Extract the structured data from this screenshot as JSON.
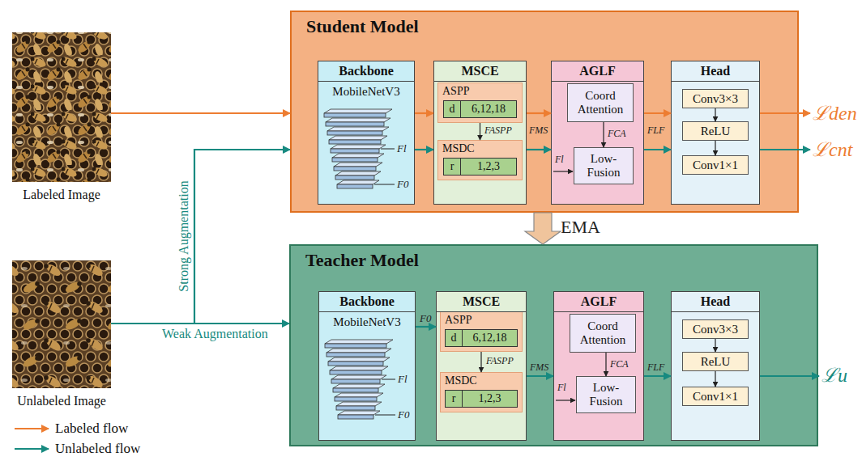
{
  "diagram": {
    "nodes": [
      {
        "text": [
          "Labeled Image"
        ]
      },
      {
        "text": [
          "Unlabeled Image"
        ]
      },
      {
        "text": [
          "Student Model"
        ]
      },
      {
        "text": [
          "Backbone",
          "MobileNetV3"
        ],
        "in": 2
      },
      {
        "text": [
          "MSCE"
        ],
        "in": 2
      },
      {
        "text": [
          "ASPP"
        ],
        "in": 4
      },
      {
        "text": [
          "d",
          "6,12,18"
        ],
        "in": 5
      },
      {
        "text": [
          "MSDC"
        ],
        "in": 4
      },
      {
        "text": [
          "r",
          "1,2,3"
        ],
        "in": 7
      },
      {
        "text": [
          "AGLF"
        ],
        "in": 2
      },
      {
        "text": [
          "Coord Attention"
        ],
        "in": 9
      },
      {
        "text": [
          "Low- Fusion"
        ],
        "in": 9
      },
      {
        "text": [
          "Head"
        ],
        "in": 2
      },
      {
        "text": [
          "Conv3×3"
        ],
        "in": 12
      },
      {
        "text": [
          "ReLU"
        ],
        "in": 12
      },
      {
        "text": [
          "Conv1×1"
        ],
        "in": 12
      },
      {
        "text": [
          "Teacher Model"
        ]
      },
      {
        "text": [
          "Backbone",
          "MobileNetV3"
        ],
        "in": 16
      },
      {
        "text": [
          "MSCE"
        ],
        "in": 16
      },
      {
        "text": [
          "ASPP"
        ],
        "in": 18
      },
      {
        "text": [
          "d",
          "6,12,18"
        ],
        "in": 19
      },
      {
        "text": [
          "MSDC"
        ],
        "in": 18
      },
      {
        "text": [
          "r",
          "1,2,3"
        ],
        "in": 21
      },
      {
        "text": [
          "AGLF"
        ],
        "in": 16
      },
      {
        "text": [
          "Coord Attention"
        ],
        "in": 23
      },
      {
        "text": [
          "Low- Fusion"
        ],
        "in": 23
      },
      {
        "text": [
          "Head"
        ],
        "in": 16
      },
      {
        "text": [
          "Conv3×3"
        ],
        "in": 26
      },
      {
        "text": [
          "ReLU"
        ],
        "in": 26
      },
      {
        "text": [
          "Conv1×1"
        ],
        "in": 26
      }
    ],
    "edges": [
      {
        "from": 0,
        "to": 2,
        "arrow": "to"
      },
      {
        "from": 1,
        "to": 2,
        "arrow": "to",
        "label": "Strong Augmentation"
      },
      {
        "from": 1,
        "to": 16,
        "arrow": "to",
        "label": "Weak Augmentation"
      },
      {
        "from": 3,
        "to": 4,
        "arrow": "to"
      },
      {
        "from": 3,
        "to": 4,
        "arrow": "to"
      },
      {
        "from": 5,
        "to": 7,
        "arrow": "to"
      },
      {
        "from": 4,
        "to": 9,
        "arrow": "to"
      },
      {
        "from": 4,
        "to": 9,
        "arrow": "to"
      },
      {
        "from": 10,
        "to": 11,
        "arrow": "to"
      },
      {
        "from": 9,
        "to": 12,
        "arrow": "to"
      },
      {
        "from": 9,
        "to": 12,
        "arrow": "to"
      },
      {
        "from": 13,
        "to": 14,
        "arrow": "to"
      },
      {
        "from": 14,
        "to": 15,
        "arrow": "to"
      },
      {
        "from": 2,
        "to": 16,
        "arrow": "to",
        "label": "EMA"
      },
      {
        "from": 17,
        "to": 18,
        "arrow": "to"
      },
      {
        "from": 19,
        "to": 21,
        "arrow": "to"
      },
      {
        "from": 18,
        "to": 23,
        "arrow": "to"
      },
      {
        "from": 24,
        "to": 25,
        "arrow": "to"
      },
      {
        "from": 23,
        "to": 26,
        "arrow": "to"
      },
      {
        "from": 27,
        "to": 28,
        "arrow": "to"
      },
      {
        "from": 28,
        "to": 29,
        "arrow": "to"
      }
    ],
    "labels": [
      "Fl",
      "F0",
      "FASPP",
      "FMS",
      "FCA",
      "Fl",
      "FLF",
      "ℒden",
      "ℒcnt",
      "Fl",
      "F0",
      "F0",
      "FASPP",
      "FMS",
      "FCA",
      "Fl",
      "FLF",
      "ℒu"
    ],
    "legend": [
      {
        "text": "Labeled flow"
      },
      {
        "text": "Unlabeled flow"
      }
    ]
  }
}
